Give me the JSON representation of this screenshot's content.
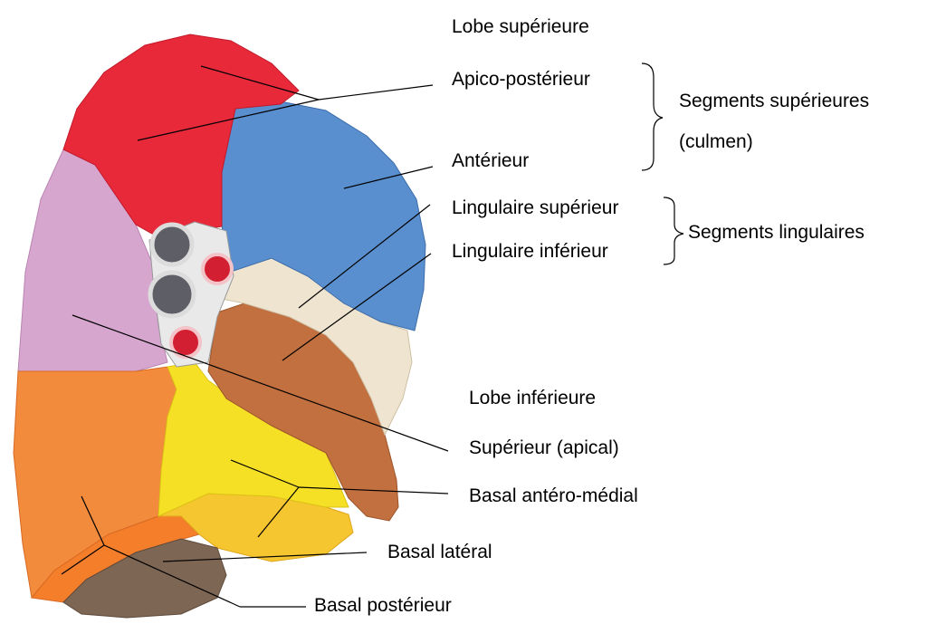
{
  "labels": {
    "lobe_superieure": "Lobe supérieure",
    "apico_posterieur": "Apico-postérieur",
    "anterieur": "Antérieur",
    "segments_superieures_1": "Segments supérieures",
    "segments_superieures_2": "(culmen)",
    "lingulaire_superieur": "Lingulaire supérieur",
    "lingulaire_inferieur": "Lingulaire inférieur",
    "segments_lingulaires": "Segments lingulaires",
    "lobe_inferieure": "Lobe inférieure",
    "superieur_apical": "Supérieur (apical)",
    "basal_antero_medial": "Basal antéro-médial",
    "basal_lateral": "Basal latéral",
    "basal_posterieur": "Basal postérieur"
  },
  "colors": {
    "apico_posterieur": "#e8293a",
    "anterieur": "#5a8fcf",
    "lingulaire_superieur": "#efe4d0",
    "lingulaire_inferieur": "#c2703f",
    "superieur_apical": "#d7a6cf",
    "basal_antero_medial": "#f6e025",
    "basal_lateral": "#f1ba2b",
    "basal_posterieur": "#7d6654",
    "basal_lateral_posterior_orange": "#f28b3c"
  }
}
